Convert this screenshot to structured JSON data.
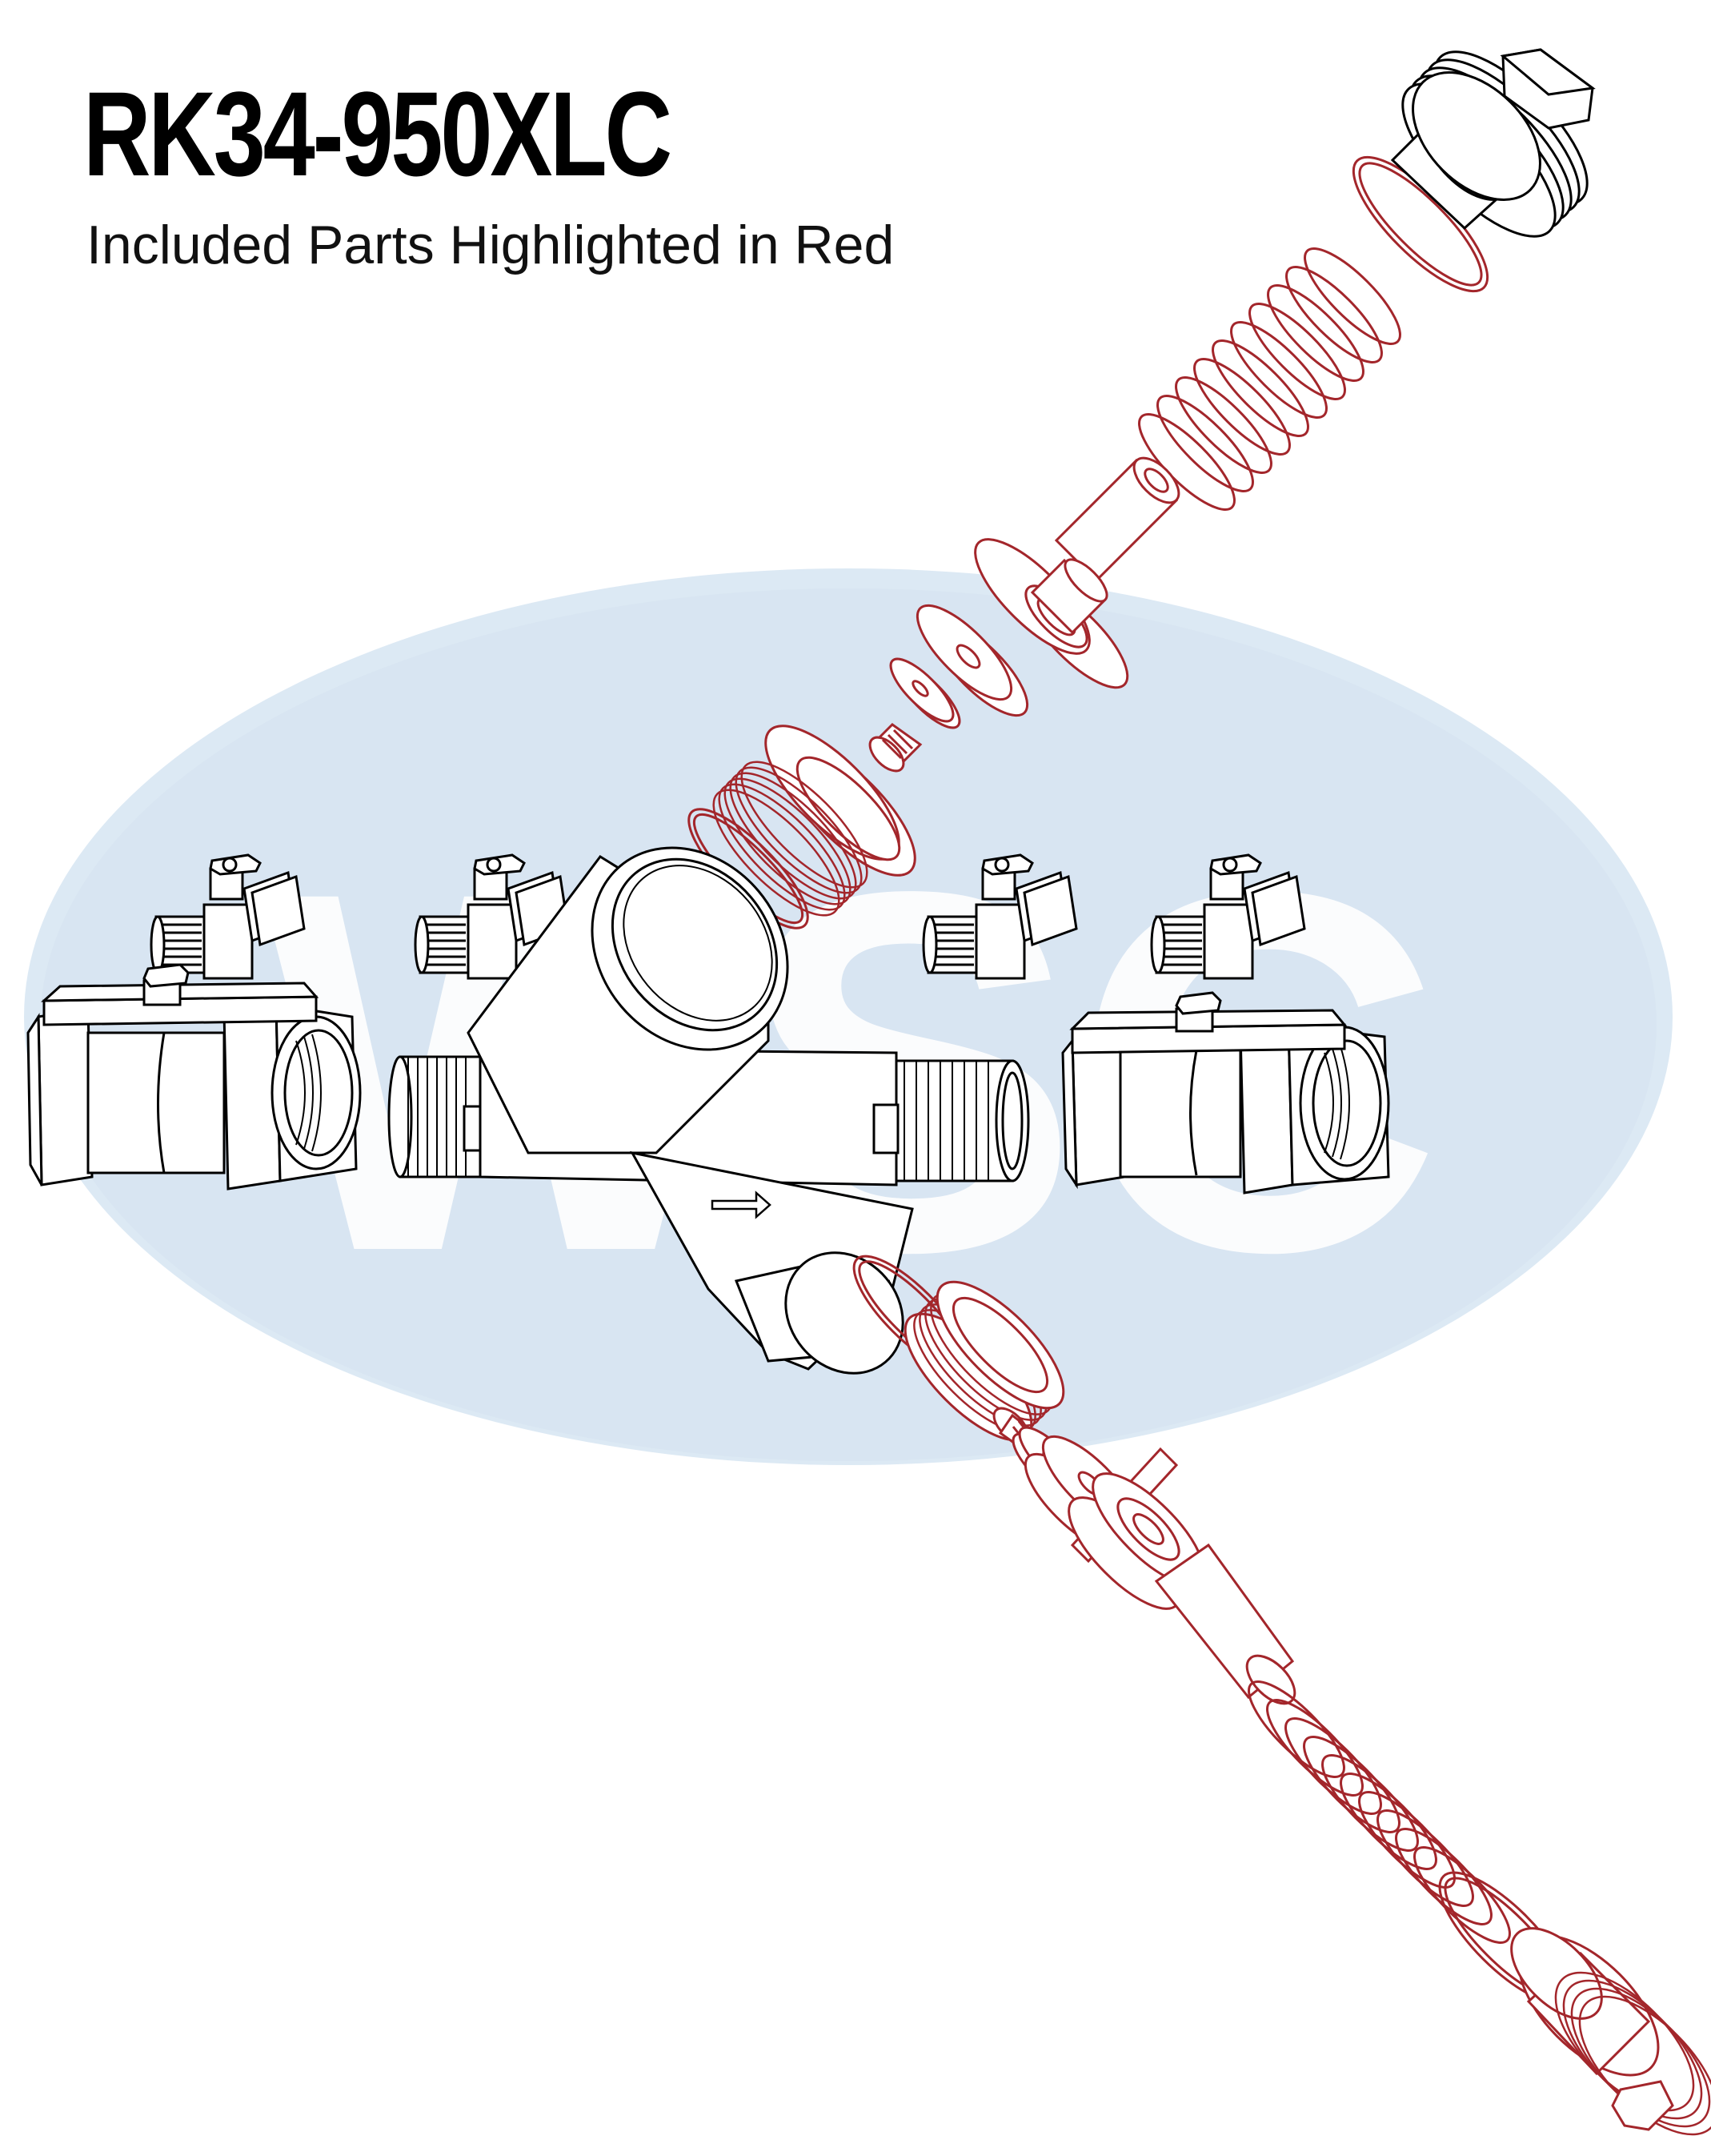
{
  "header": {
    "title": "RK34-950XLC",
    "subtitle": "Included Parts Highlighted in Red"
  },
  "watermark": {
    "text": "WSC",
    "ellipse_color": "#dce9f4",
    "letter_color": "#ffffff"
  },
  "colors": {
    "included_part": "#a3262b",
    "body_outline": "#000000"
  },
  "diagram": {
    "flow_arrow_icon": "right-arrow-icon",
    "parts": [
      "upper-cover-cap",
      "upper-cap-o-ring",
      "upper-spring",
      "upper-guide-stem",
      "upper-check-disc-holder",
      "upper-rubber-disc",
      "upper-disc-retainer",
      "upper-screw",
      "upper-seat-ring",
      "upper-seat-o-ring",
      "test-cock-1",
      "test-cock-2",
      "test-cock-3",
      "test-cock-4",
      "inlet-ball-valve",
      "valve-body",
      "outlet-ball-valve",
      "lower-seat-o-ring",
      "lower-seat-ring",
      "lower-screw",
      "lower-disc-retainer",
      "lower-rubber-disc",
      "lower-check-disc-holder",
      "lower-guide-stem",
      "lower-spring",
      "lower-cap-o-ring",
      "lower-cover-cap"
    ]
  }
}
